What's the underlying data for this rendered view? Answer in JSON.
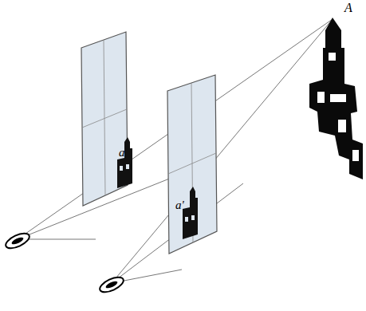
{
  "diagram": {
    "labels": [
      "A",
      "a",
      "a'"
    ]
  }
}
